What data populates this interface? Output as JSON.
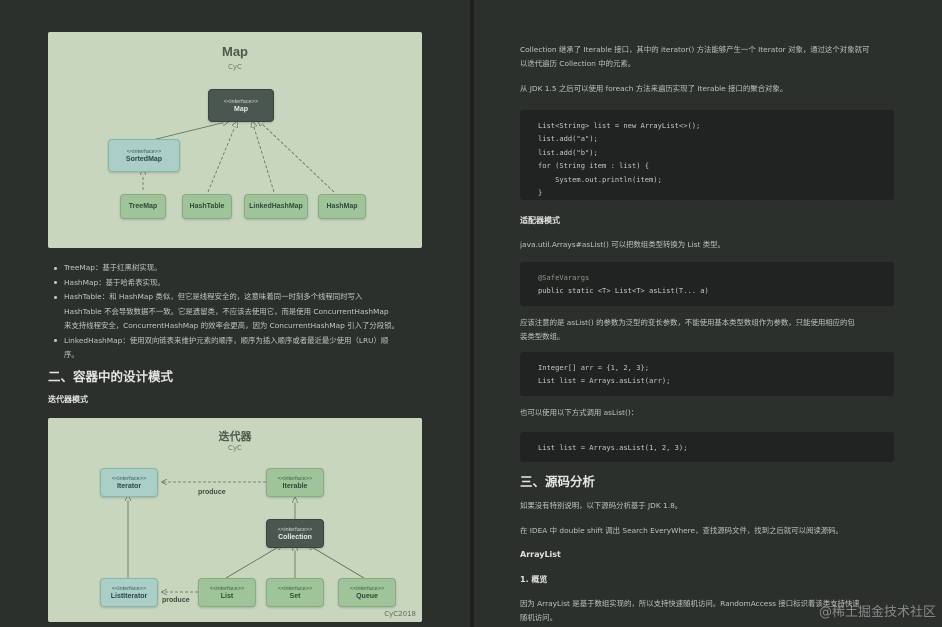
{
  "left": {
    "map_diagram": {
      "title": "Map",
      "author": "CyC",
      "nodes": {
        "map": {
          "stereotype": "<<interface>>",
          "name": "Map"
        },
        "sortedmap": {
          "stereotype": "<<interface>>",
          "name": "SortedMap"
        },
        "treemap": {
          "name": "TreeMap"
        },
        "hashtable": {
          "name": "HashTable"
        },
        "linkedhashmap": {
          "name": "LinkedHashMap"
        },
        "hashmap": {
          "name": "HashMap"
        }
      }
    },
    "bullets": [
      "TreeMap：基于红黑树实现。",
      "HashMap：基于哈希表实现。",
      "HashTable：和 HashMap 类似，但它是线程安全的，这意味着同一时刻多个线程同时写入",
      "HashTable 不会导致数据不一致。它是遗留类，不应该去使用它，而是使用 ConcurrentHashMap",
      "来支持线程安全，ConcurrentHashMap 的效率会更高，因为 ConcurrentHashMap 引入了分段锁。",
      "LinkedHashMap：使用双向链表来维护元素的顺序，顺序为插入顺序或者最近最少使用（LRU）顺",
      "序。"
    ],
    "section_heading": "二、容器中的设计模式",
    "subsection_heading": "迭代器模式",
    "iterator_diagram": {
      "title": "迭代器",
      "author": "CyC",
      "produce_label": "produce",
      "produce_label2": "produce",
      "logo": "CyC2018",
      "nodes": {
        "iterator": {
          "stereotype": "<<interface>>",
          "name": "Iterator"
        },
        "iterable": {
          "stereotype": "<<interface>>",
          "name": "Iterable"
        },
        "collection": {
          "stereotype": "<<interface>>",
          "name": "Collection"
        },
        "listiterator": {
          "stereotype": "<<interface>>",
          "name": "ListIterator"
        },
        "list": {
          "stereotype": "<<interface>>",
          "name": "List"
        },
        "set": {
          "stereotype": "<<interface>>",
          "name": "Set"
        },
        "queue": {
          "stereotype": "<<interface>>",
          "name": "Queue"
        }
      }
    }
  },
  "right": {
    "para1_line1": "Collection 继承了 Iterable 接口，其中的 iterator() 方法能够产生一个 Iterator 对象，通过这个对象就可",
    "para1_line2": "以迭代遍历 Collection 中的元素。",
    "para2": "从 JDK 1.5 之后可以使用 foreach 方法来遍历实现了 Iterable 接口的聚合对象。",
    "code1": [
      "List<String> list = new ArrayList<>();",
      "list.add(\"a\");",
      "list.add(\"b\");",
      "for (String item : list) {",
      "    System.out.println(item);",
      "}"
    ],
    "adapter_heading": "适配器模式",
    "para3": "java.util.Arrays#asList() 可以把数组类型转换为 List 类型。",
    "code2": [
      "@SafeVarargs",
      "public static <T> List<T> asList(T... a)"
    ],
    "para4_line1": "应该注意的是 asList() 的参数为泛型的变长参数，不能使用基本类型数组作为参数，只能使用相应的包",
    "para4_line2": "装类型数组。",
    "code3": [
      "Integer[] arr = {1, 2, 3};",
      "List list = Arrays.asList(arr);"
    ],
    "para5": "也可以使用以下方式调用 asList()：",
    "code4": [
      "List list = Arrays.asList(1, 2, 3);"
    ],
    "section3_heading": "三、源码分析",
    "para6": "如果没有特别说明，以下源码分析基于 JDK 1.8。",
    "para7": "在 IDEA 中 double shift 调出 Search EveryWhere，查找源码文件，找到之后就可以阅读源码。",
    "arraylist_heading": "ArrayList",
    "overview_heading": "1. 概览",
    "para8_line1": "因为 ArrayList 是基于数组实现的，所以支持快速随机访问。RandomAccess 接口标识着该类支持快速",
    "para8_line2": "随机访问。"
  },
  "watermark": "@稀土掘金技术社区",
  "colors": {
    "background": "#232725",
    "page": "#2c302d",
    "diagram_bg": "#c9d6be",
    "node_green": "#9fc49a",
    "node_teal": "#a9cfc7",
    "node_dark": "#4a5650"
  }
}
